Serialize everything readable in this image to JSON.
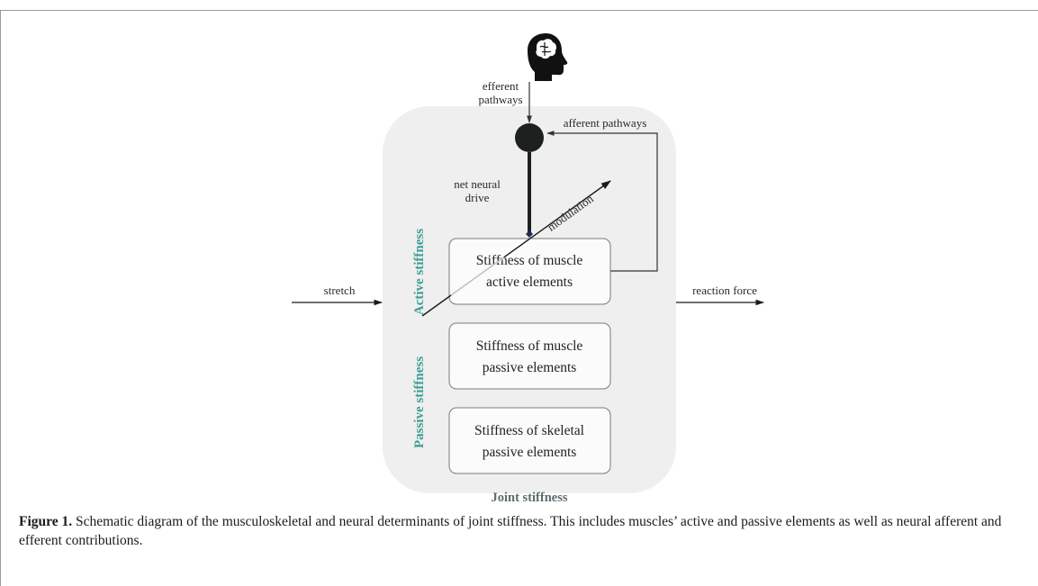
{
  "diagram": {
    "efferent_line1": "efferent",
    "efferent_line2": "pathways",
    "afferent": "afferent pathways",
    "net_line1": "net neural",
    "net_line2": "drive",
    "modulation": "modulation",
    "stretch": "stretch",
    "reaction_force": "reaction force",
    "active_stiffness": "Active stiffness",
    "passive_stiffness": "Passive stiffness",
    "joint_stiffness": "Joint stiffness",
    "box1_line1": "Stiffness of muscle",
    "box1_line2": "active elements",
    "box2_line1": "Stiffness of muscle",
    "box2_line2": "passive elements",
    "box3_line1": "Stiffness of skeletal",
    "box3_line2": "passive elements",
    "head_icon": "head-with-brain-icon"
  },
  "caption": {
    "label": "Figure 1.",
    "text": " Schematic diagram of the musculoskeletal and neural determinants of joint stiffness. This includes muscles’ active and passive elements as well as neural afferent and efferent contributions."
  }
}
